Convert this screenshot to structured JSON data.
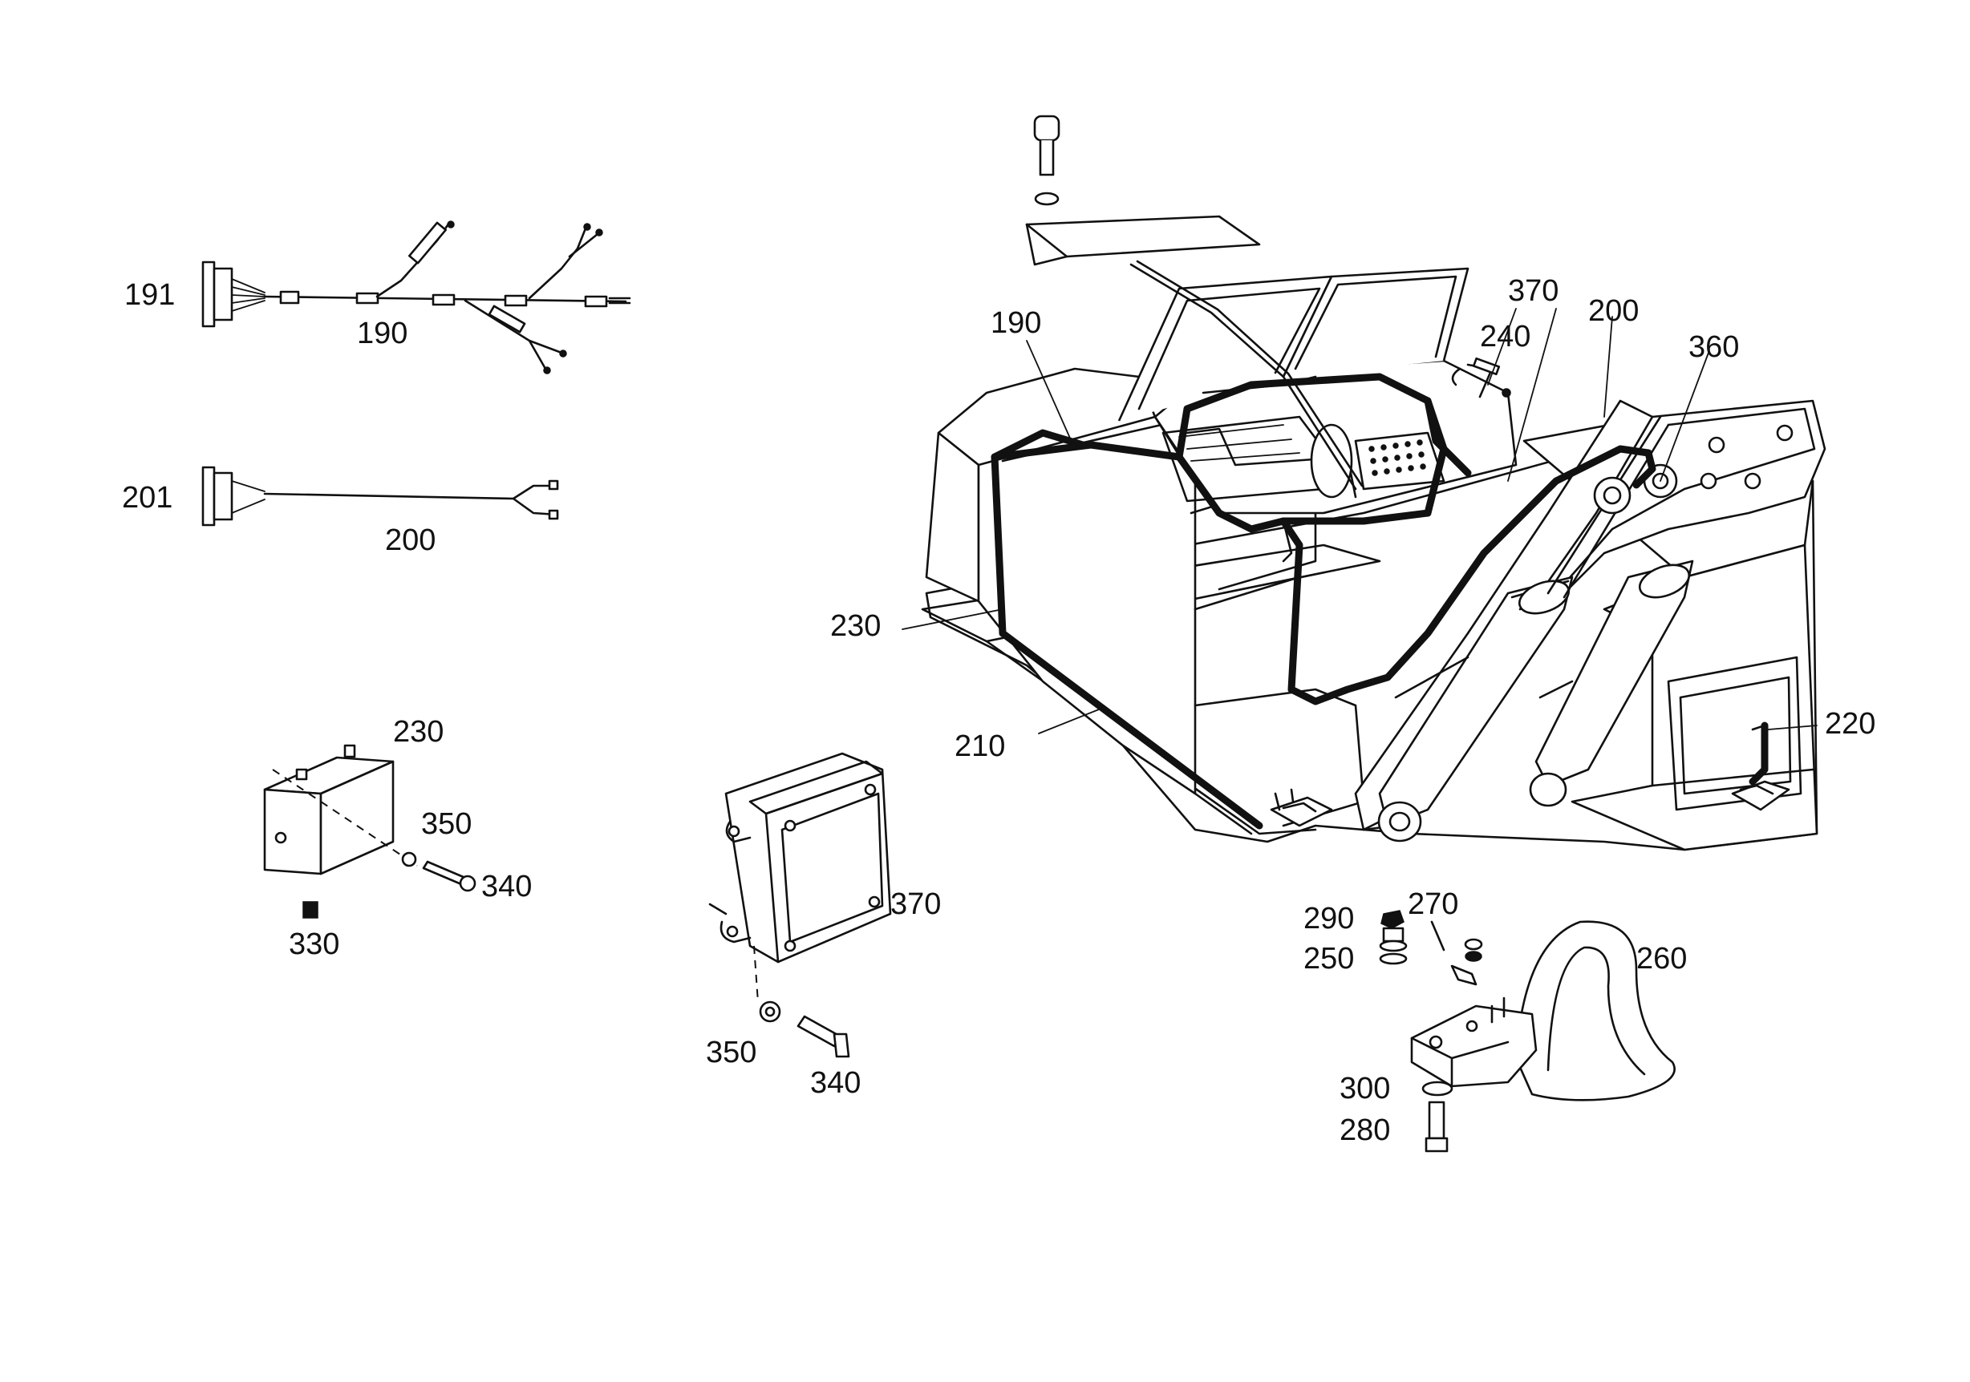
{
  "labels": {
    "l191": "191",
    "l190a": "190",
    "l201": "201",
    "l200a": "200",
    "l230a": "230",
    "l350a": "350",
    "l340a": "340",
    "l330": "330",
    "l370a": "370",
    "l350b": "350",
    "l340b": "340",
    "l190b": "190",
    "l370b": "370",
    "l200b": "200",
    "l240": "240",
    "l360": "360",
    "l230b": "230",
    "l210": "210",
    "l220": "220",
    "l290": "290",
    "l270": "270",
    "l250": "250",
    "l260": "260",
    "l300": "300",
    "l280": "280"
  }
}
